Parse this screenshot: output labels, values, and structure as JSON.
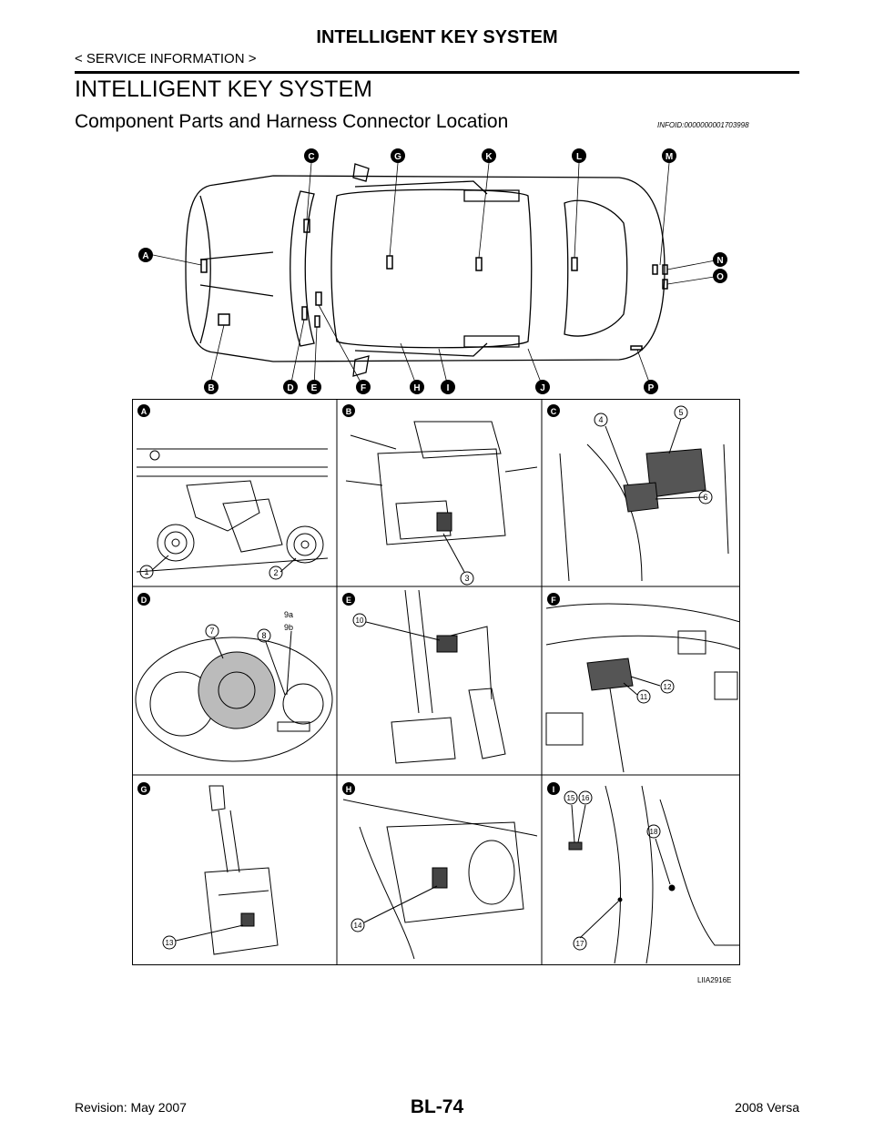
{
  "header": {
    "title": "INTELLIGENT KEY SYSTEM",
    "section_nav": "< SERVICE INFORMATION >"
  },
  "section_title": "INTELLIGENT KEY SYSTEM",
  "subsection": {
    "title": "Component Parts and Harness Connector Location",
    "info_id": "INFOID:0000000001703998"
  },
  "figure": {
    "callouts": [
      "A",
      "B",
      "C",
      "D",
      "E",
      "F",
      "G",
      "H",
      "I",
      "J",
      "K",
      "L",
      "M",
      "N",
      "O",
      "P"
    ],
    "panels": [
      {
        "letter": "A",
        "numbers": [
          "1",
          "2"
        ]
      },
      {
        "letter": "B",
        "numbers": [
          "3"
        ]
      },
      {
        "letter": "C",
        "numbers": [
          "4",
          "5",
          "6"
        ]
      },
      {
        "letter": "D",
        "numbers": [
          "7",
          "8",
          "9a",
          "9b"
        ]
      },
      {
        "letter": "E",
        "numbers": [
          "10"
        ]
      },
      {
        "letter": "F",
        "numbers": [
          "11",
          "12"
        ]
      },
      {
        "letter": "G",
        "numbers": [
          "13"
        ]
      },
      {
        "letter": "H",
        "numbers": [
          "14"
        ]
      },
      {
        "letter": "I",
        "numbers": [
          "15",
          "16",
          "17",
          "18"
        ]
      }
    ],
    "figure_id": "LIIA2916E"
  },
  "footer": {
    "page": "BL-74",
    "revision": "Revision: May 2007",
    "model": "2008 Versa"
  }
}
